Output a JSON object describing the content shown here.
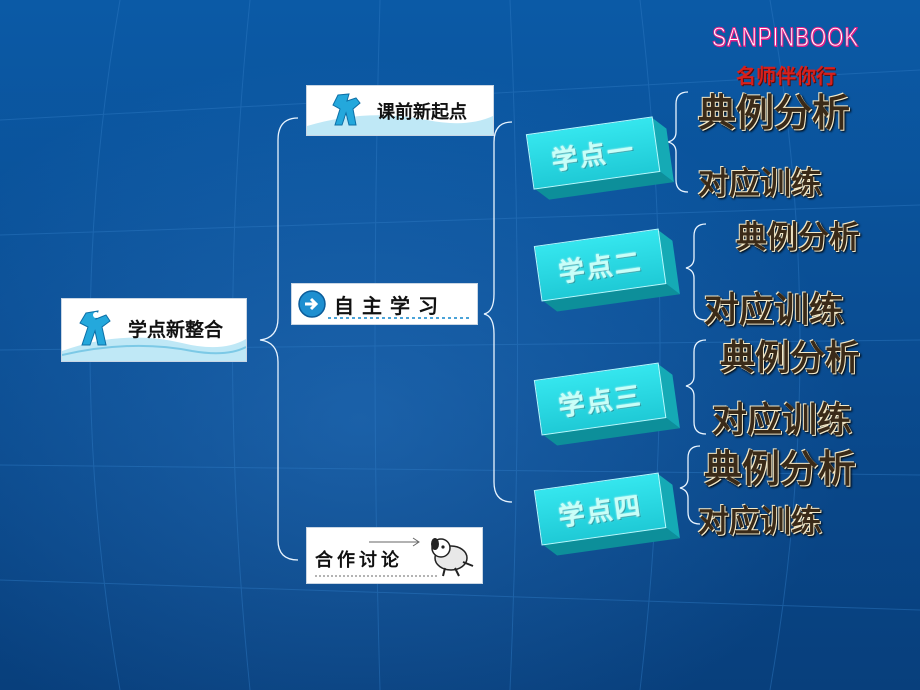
{
  "brand": {
    "en": "SANPINBOOK",
    "cn": "名师伴你行"
  },
  "root": {
    "label": "学点新整合"
  },
  "middle": [
    {
      "label": "课前新起点"
    },
    {
      "label": "自主学习"
    },
    {
      "label": "合作讨论"
    }
  ],
  "points": [
    {
      "label": "学点一",
      "example": "典例分析",
      "practice": "对应训练"
    },
    {
      "label": "学点二",
      "example": "典例分析",
      "practice": "对应训练"
    },
    {
      "label": "学点三",
      "example": "典例分析",
      "practice": "对应训练"
    },
    {
      "label": "学点四",
      "example": "典例分析",
      "practice": "对应训练"
    }
  ],
  "colors": {
    "background": "#0a4e94",
    "cube": "#22d0dc",
    "bracket": "#ffffff",
    "brand_cn": "#d8201c"
  }
}
